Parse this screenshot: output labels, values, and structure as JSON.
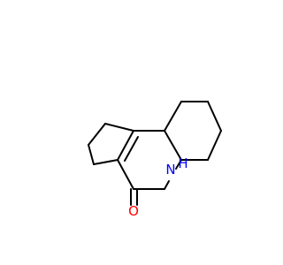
{
  "molecule": {
    "atoms": {
      "nh_n": "N",
      "nh_h": "H",
      "carbonyl_o": "O"
    }
  },
  "colors": {
    "bond": "#000000",
    "nitrogen": "#0000ff",
    "oxygen": "#ff0000"
  }
}
